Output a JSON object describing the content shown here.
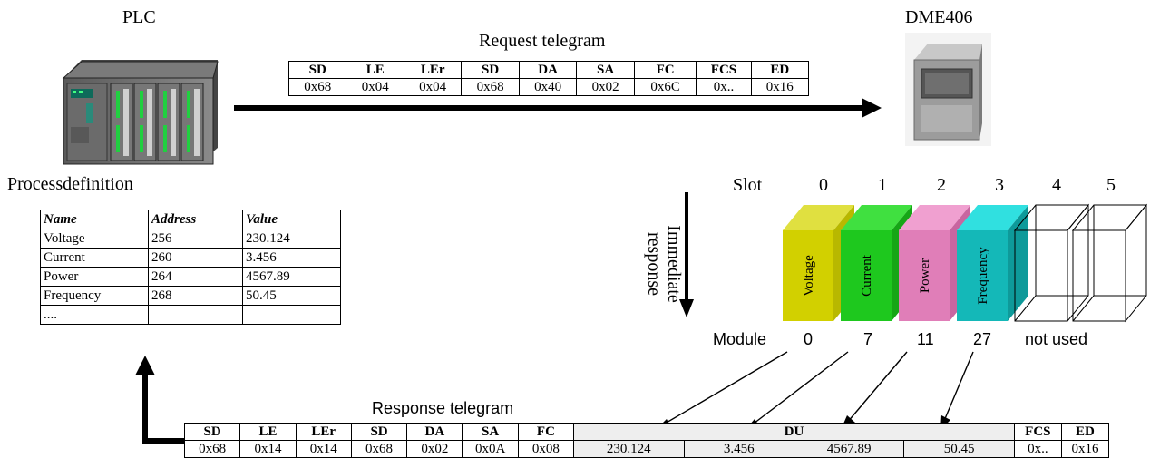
{
  "plc": {
    "label": "PLC"
  },
  "device": {
    "label": "DME406"
  },
  "request": {
    "title": "Request telegram",
    "headers": [
      "SD",
      "LE",
      "LEr",
      "SD",
      "DA",
      "SA",
      "FC",
      "FCS",
      "ED"
    ],
    "values": [
      "0x68",
      "0x04",
      "0x04",
      "0x68",
      "0x40",
      "0x02",
      "0x6C",
      "0x..",
      "0x16"
    ]
  },
  "process": {
    "title": "Processdefinition",
    "headers": [
      "Name",
      "Address",
      "Value"
    ],
    "rows": [
      [
        "Voltage",
        "256",
        "230.124"
      ],
      [
        "Current",
        "260",
        "3.456"
      ],
      [
        "Power",
        "264",
        "4567.89"
      ],
      [
        "Frequency",
        "268",
        "50.45"
      ],
      [
        "....",
        "",
        ""
      ]
    ]
  },
  "immediate": {
    "line1": "Immediate",
    "line2": "response"
  },
  "slots": {
    "label": "Slot",
    "numbers": [
      "0",
      "1",
      "2",
      "3",
      "4",
      "5"
    ],
    "modules_label": "Module",
    "modules": [
      "0",
      "7",
      "11",
      "27",
      "not used"
    ],
    "boxes": [
      {
        "name": "Voltage",
        "color": "#d2d000",
        "top": "#e0e040",
        "side": "#b8b800"
      },
      {
        "name": "Current",
        "color": "#1ec81e",
        "top": "#40e040",
        "side": "#16a616"
      },
      {
        "name": "Power",
        "color": "#e07eb8",
        "top": "#f0a0d0",
        "side": "#c866a0"
      },
      {
        "name": "Frequency",
        "color": "#14b8b8",
        "top": "#30e0e0",
        "side": "#0e9a9a"
      }
    ]
  },
  "response": {
    "title": "Response telegram",
    "headers_left": [
      "SD",
      "LE",
      "LEr",
      "SD",
      "DA",
      "SA",
      "FC"
    ],
    "du_label": "DU",
    "headers_right": [
      "FCS",
      "ED"
    ],
    "values_left": [
      "0x68",
      "0x14",
      "0x14",
      "0x68",
      "0x02",
      "0x0A",
      "0x08"
    ],
    "du_values": [
      "230.124",
      "3.456",
      "4567.89",
      "50.45"
    ],
    "values_right": [
      "0x..",
      "0x16"
    ]
  }
}
